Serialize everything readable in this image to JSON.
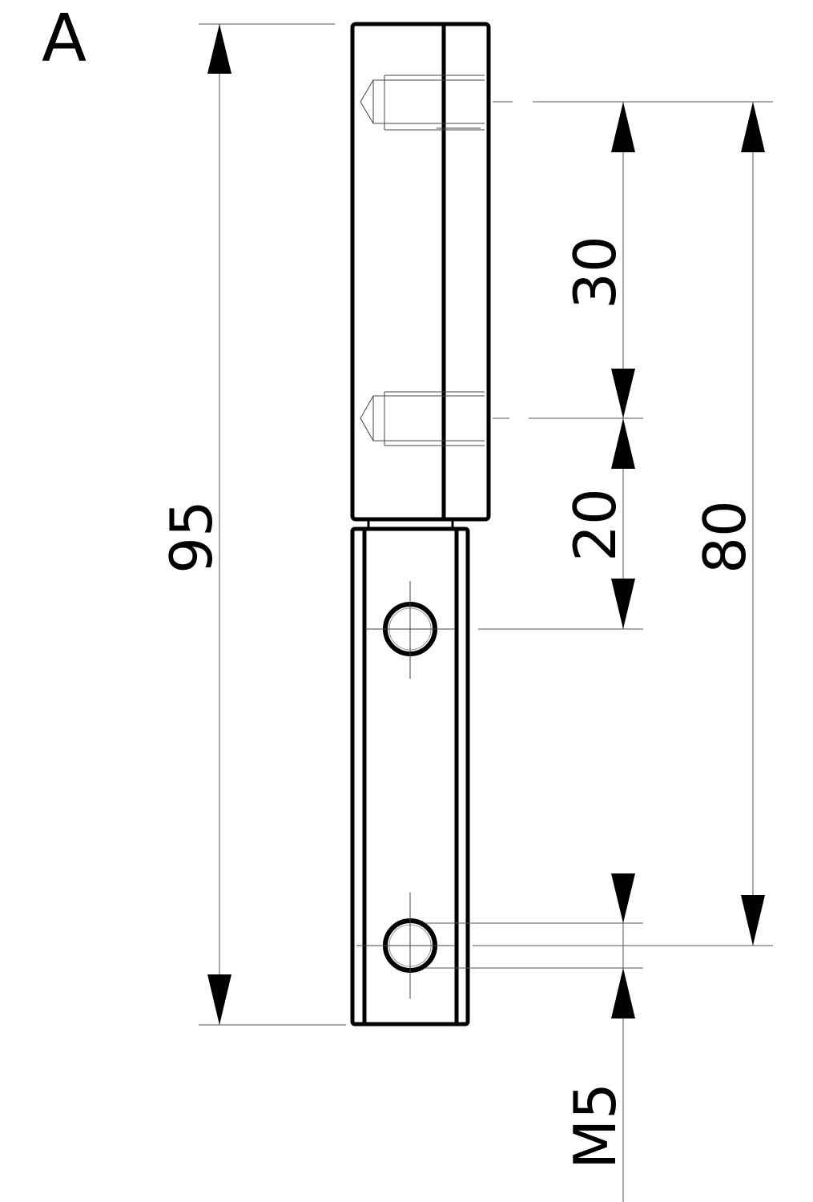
{
  "view": {
    "label": "A"
  },
  "dimensions": {
    "overall_length": "95",
    "hole_spacing_top": "30",
    "hole_to_hole_mid": "20",
    "overall_hole_span": "80",
    "thread": "M5"
  },
  "colors": {
    "line": "#000000",
    "dimension_line": "#555555",
    "background": "#ffffff"
  }
}
